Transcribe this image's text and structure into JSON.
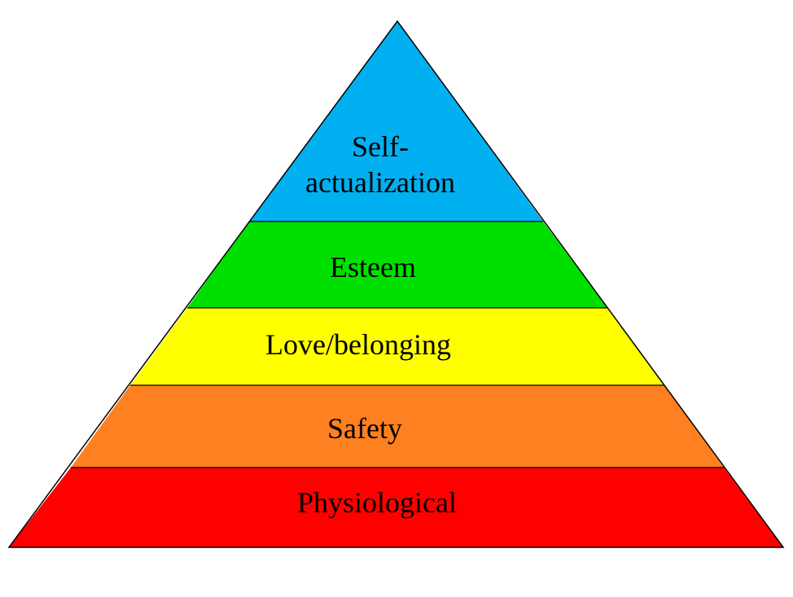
{
  "levels": [
    {
      "key": "self_actualization",
      "lines": [
        "Self-",
        "actualization"
      ],
      "color": "#00B0F0"
    },
    {
      "key": "esteem",
      "lines": [
        "Esteem"
      ],
      "color": "#00E000"
    },
    {
      "key": "love_belonging",
      "lines": [
        "Love/belonging"
      ],
      "color": "#FFFF00"
    },
    {
      "key": "safety",
      "lines": [
        "Safety"
      ],
      "color": "#FF8020"
    },
    {
      "key": "physiological",
      "lines": [
        "Physiological"
      ],
      "color": "#FF0000"
    }
  ]
}
